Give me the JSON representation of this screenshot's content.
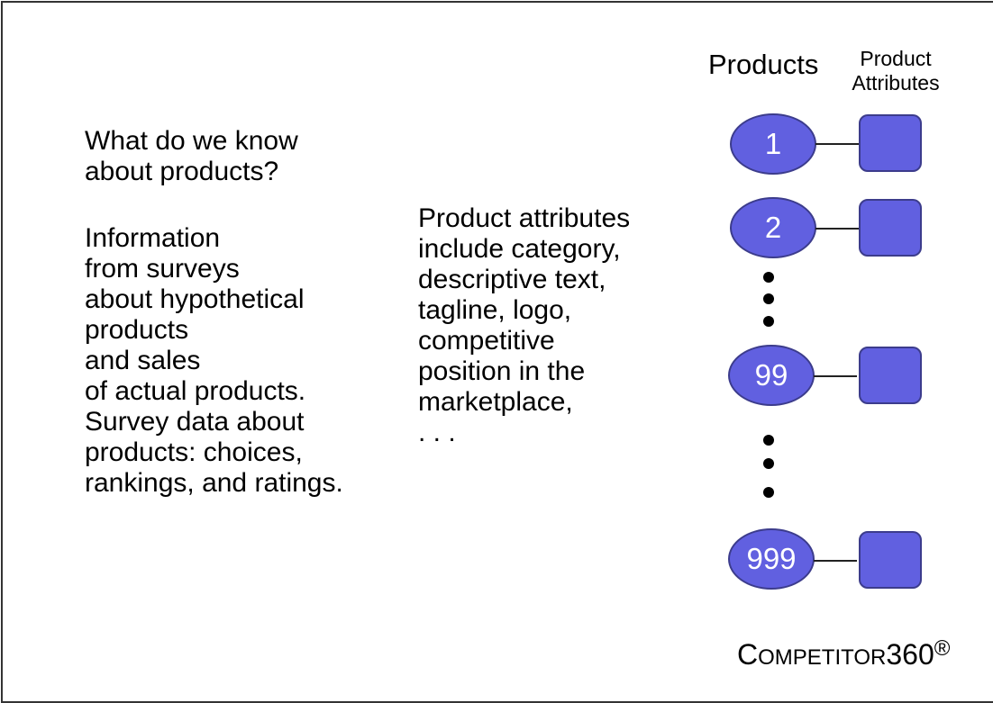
{
  "left_block": {
    "heading_lines": [
      "What do we know",
      "about products?"
    ],
    "body_lines": [
      "Information",
      "from surveys",
      "about hypothetical",
      "products",
      "and sales",
      "of actual products.",
      "Survey data about",
      "products: choices,",
      "rankings, and ratings."
    ]
  },
  "middle_block": {
    "lines": [
      "Product attributes",
      "include category,",
      "descriptive text,",
      "tagline, logo,",
      "competitive",
      "position in the",
      "marketplace,",
      ". . ."
    ]
  },
  "diagram": {
    "products_header": "Products",
    "attributes_header_line1": "Product",
    "attributes_header_line2": "Attributes",
    "nodes": [
      {
        "label": "1"
      },
      {
        "label": "2"
      },
      {
        "label": "99"
      },
      {
        "label": "999"
      }
    ],
    "colors": {
      "node_fill": "#6160e0",
      "node_border": "#3c3c8c"
    }
  },
  "brand": {
    "c": "C",
    "ompetitor": "OMPETITOR",
    "num": "360",
    "reg": "®"
  }
}
